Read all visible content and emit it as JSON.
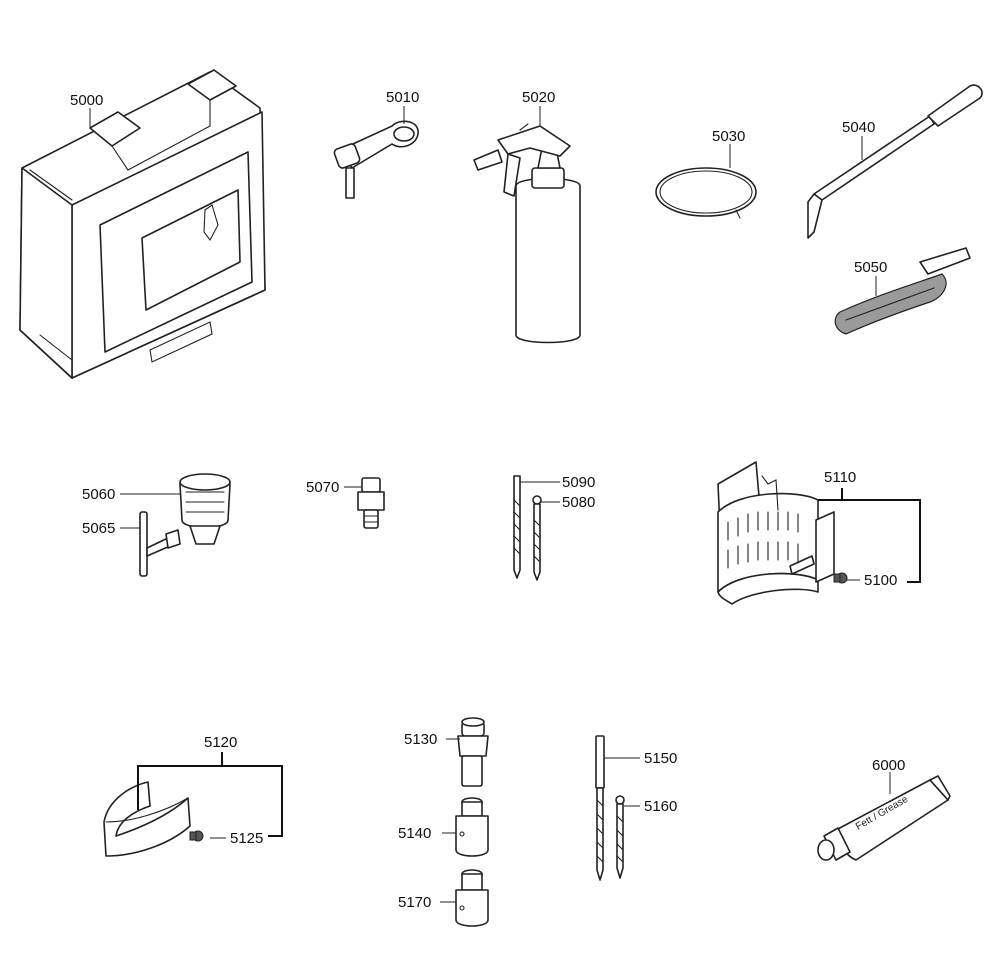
{
  "labels": {
    "p5000": "5000",
    "p5010": "5010",
    "p5020": "5020",
    "p5030": "5030",
    "p5040": "5040",
    "p5050": "5050",
    "p5060": "5060",
    "p5065": "5065",
    "p5070": "5070",
    "p5090": "5090",
    "p5080": "5080",
    "p5110": "5110",
    "p5100": "5100",
    "p5120": "5120",
    "p5125": "5125",
    "p5130": "5130",
    "p5140": "5140",
    "p5170": "5170",
    "p5150": "5150",
    "p5160": "5160",
    "p6000": "6000"
  },
  "tube_text": "Fett / Grease"
}
